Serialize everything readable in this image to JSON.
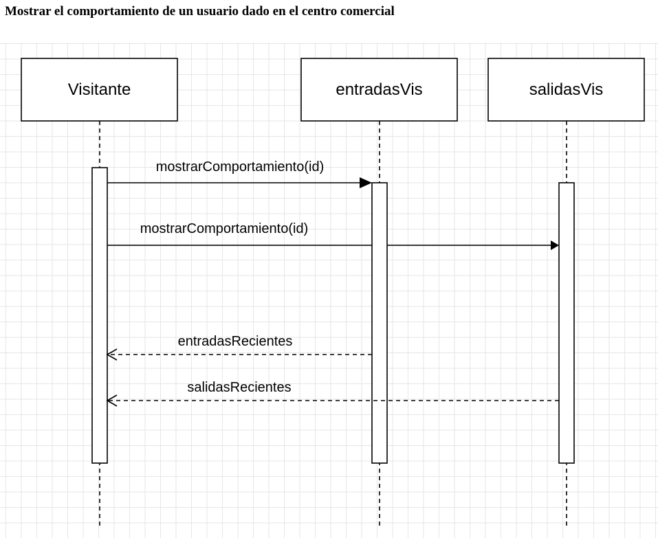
{
  "title": "Mostrar el comportamiento de un usuario dado en el centro comercial",
  "participants": [
    {
      "id": "visitante",
      "label": "Visitante"
    },
    {
      "id": "entradas",
      "label": "entradasVis"
    },
    {
      "id": "salidas",
      "label": "salidasVis"
    }
  ],
  "messages": [
    {
      "label": "mostrarComportamiento(id)",
      "from": "Visitante",
      "to": "entradasVis",
      "kind": "sync-call"
    },
    {
      "label": "mostrarComportamiento(id)",
      "from": "Visitante",
      "to": "salidasVis",
      "kind": "sync-call"
    },
    {
      "label": "entradasRecientes",
      "from": "entradasVis",
      "to": "Visitante",
      "kind": "return"
    },
    {
      "label": "salidasRecientes",
      "from": "salidasVis",
      "to": "Visitante",
      "kind": "return"
    }
  ],
  "colors": {
    "stroke": "#000000",
    "grid": "#e6e6e6",
    "background": "#ffffff"
  }
}
